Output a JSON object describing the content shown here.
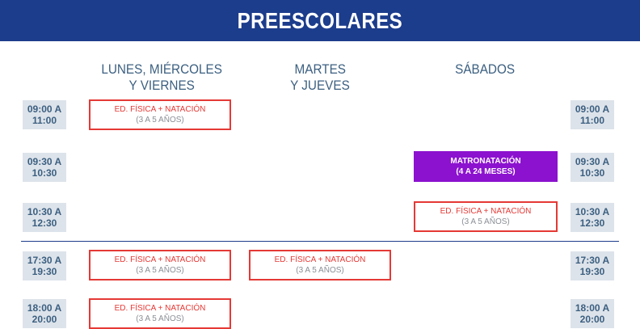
{
  "title": "PREESCOLARES",
  "columns": [
    {
      "line1": "LUNES, MIÉRCOLES",
      "line2": "Y VIERNES"
    },
    {
      "line1": "MARTES",
      "line2": "Y JUEVES"
    },
    {
      "line1": "SÁBADOS",
      "line2": ""
    }
  ],
  "times": [
    {
      "start": "09:00 A",
      "end": "11:00"
    },
    {
      "start": "09:30 A",
      "end": "10:30"
    },
    {
      "start": "10:30 A",
      "end": "12:30"
    },
    {
      "start": "17:30 A",
      "end": "19:30"
    },
    {
      "start": "18:00 A",
      "end": "20:00"
    }
  ],
  "classes": {
    "edfisica": {
      "name": "ED. FÍSICA + NATACIÓN",
      "ages": "(3 A 5 AÑOS)"
    },
    "matronatacion": {
      "name": "MATRONATACIÓN",
      "ages": "(4 A 24 MESES)"
    }
  },
  "colors": {
    "header": "#1c3c8c",
    "class_border": "#e53935",
    "highlight": "#8c12cf",
    "time_bg": "#dde3ea"
  }
}
